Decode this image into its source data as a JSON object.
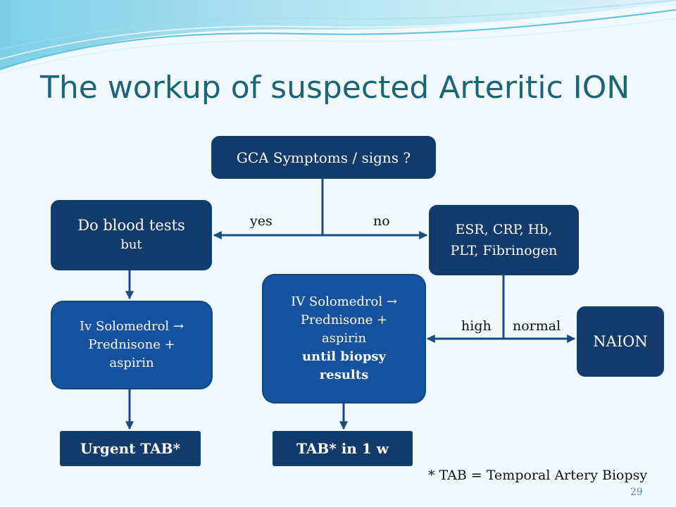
{
  "slide": {
    "title": "The workup of suspected Arteritic ION",
    "footnote": "* TAB = Temporal Artery Biopsy",
    "page_number": "29"
  },
  "nodes": {
    "gca": {
      "text": "GCA Symptoms /  signs ?"
    },
    "blood_tests": {
      "line1": "Do blood tests",
      "line2": "but"
    },
    "esr": {
      "line1": "ESR, CRP, Hb,",
      "line2": "PLT, Fibrinogen"
    },
    "iv_left": {
      "line1": "Iv Solomedrol →",
      "line2": "Prednisone +",
      "line3": "aspirin"
    },
    "iv_center": {
      "line1": "IV Solomedrol →",
      "line2": "Prednisone +",
      "line3": "aspirin",
      "line4": "until biopsy",
      "line5": "results"
    },
    "naion": {
      "text": "NAION"
    },
    "urgent_tab": {
      "text": "Urgent TAB*"
    },
    "tab_1w": {
      "text": "TAB* in 1 w"
    }
  },
  "labels": {
    "yes": "yes",
    "no": "no",
    "high": "high",
    "normal": "normal"
  },
  "colors": {
    "dark_box": "#133a6c",
    "mid_box": "#1552a0",
    "connector": "#1a4b80",
    "title": "#1a6677"
  }
}
